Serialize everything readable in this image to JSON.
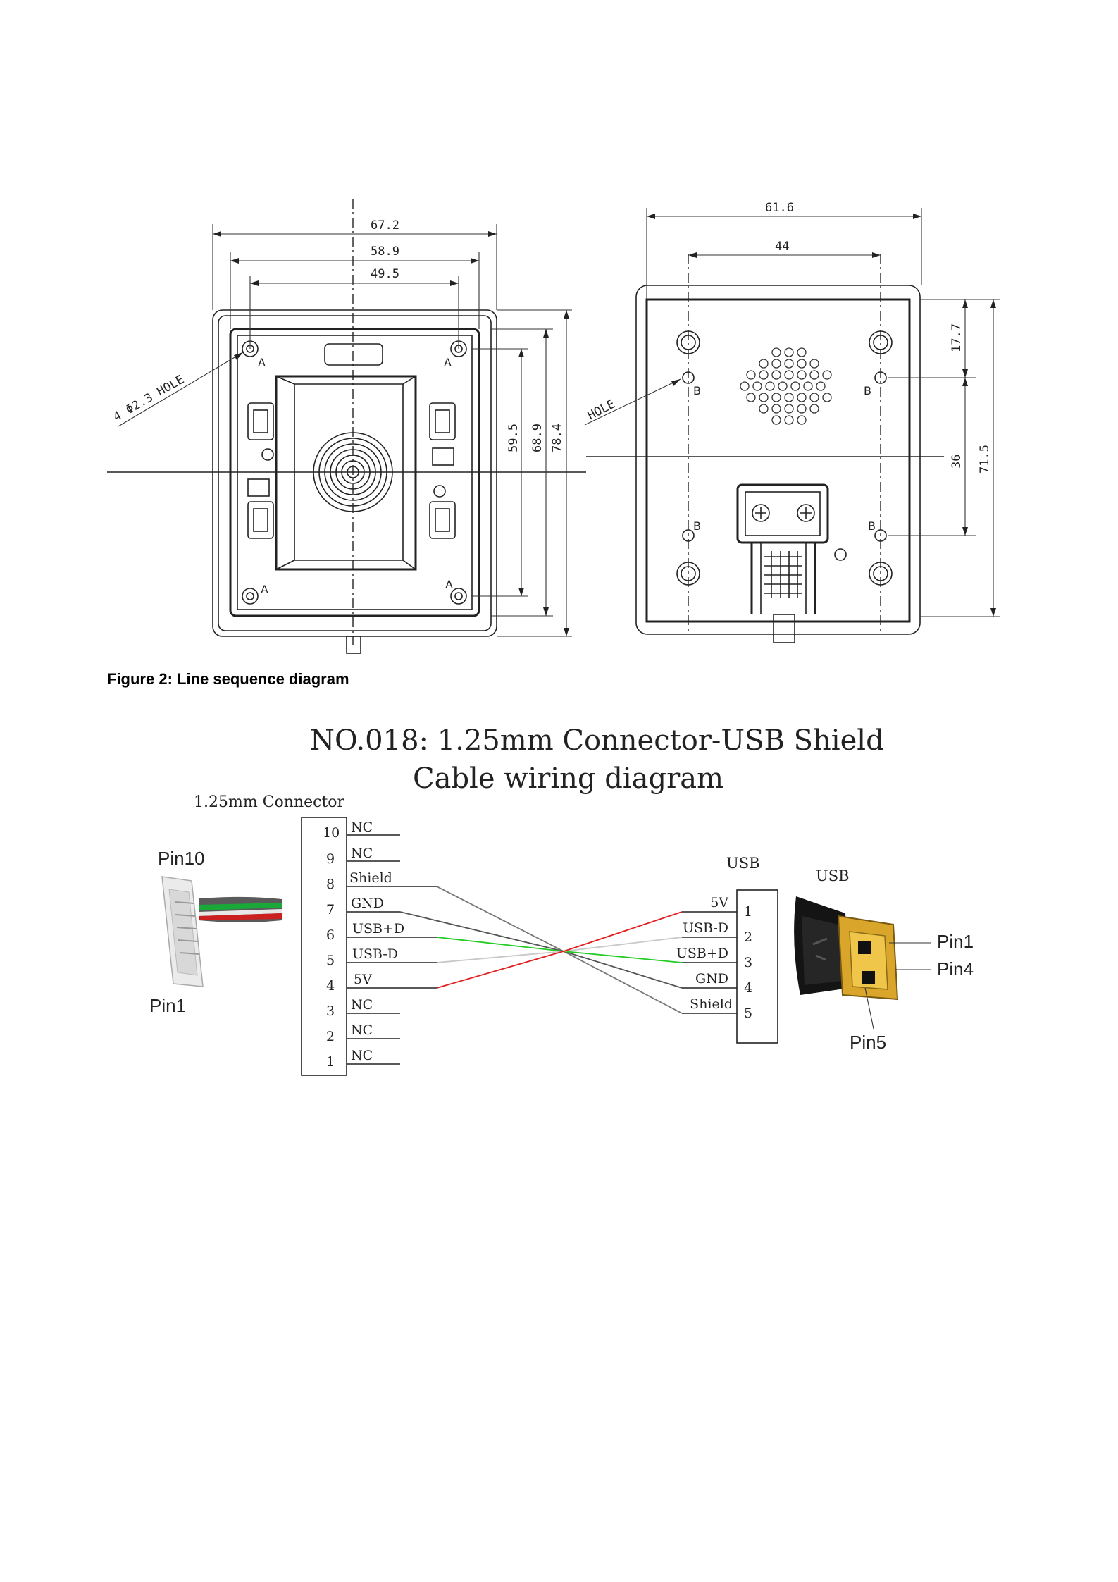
{
  "front_view": {
    "dimensions": [
      "67.2",
      "58.9",
      "49.5",
      "59.5",
      "68.9",
      "78.4"
    ],
    "hole_callout": "4 Φ2.3 HOLE",
    "hole_marker": "A"
  },
  "back_view": {
    "dimensions": [
      "61.6",
      "44",
      "17.7",
      "36",
      "71.5"
    ],
    "hole_callout": "HOLE",
    "hole_marker": "B"
  },
  "figure_caption": "Figure 2: Line sequence diagram",
  "wiring": {
    "title_line1": "NO.018: 1.25mm Connector-USB Shield",
    "title_line2": "Cable wiring diagram",
    "connector_label": "1.25mm Connector",
    "pin10_label": "Pin10",
    "pin1_label": "Pin1",
    "usb_box_label": "USB",
    "usb_plug_label": "USB",
    "plug_pin1": "Pin1",
    "plug_pin4": "Pin4",
    "plug_pin5": "Pin5",
    "connector_pins": [
      {
        "num": "10",
        "name": "NC"
      },
      {
        "num": "9",
        "name": "NC"
      },
      {
        "num": "8",
        "name": "Shield"
      },
      {
        "num": "7",
        "name": "GND"
      },
      {
        "num": "6",
        "name": "USB+D"
      },
      {
        "num": "5",
        "name": "USB-D"
      },
      {
        "num": "4",
        "name": "5V"
      },
      {
        "num": "3",
        "name": "NC"
      },
      {
        "num": "2",
        "name": "NC"
      },
      {
        "num": "1",
        "name": "NC"
      }
    ],
    "usb_pins": [
      {
        "num": "1",
        "name": "5V"
      },
      {
        "num": "2",
        "name": "USB-D"
      },
      {
        "num": "3",
        "name": "USB+D"
      },
      {
        "num": "4",
        "name": "GND"
      },
      {
        "num": "5",
        "name": "Shield"
      }
    ],
    "wire_colors": {
      "5V": "#e02020",
      "USB-D": "#c8c8c8",
      "USB+D": "#22cc22",
      "GND": "#555555",
      "Shield": "#777777"
    }
  }
}
